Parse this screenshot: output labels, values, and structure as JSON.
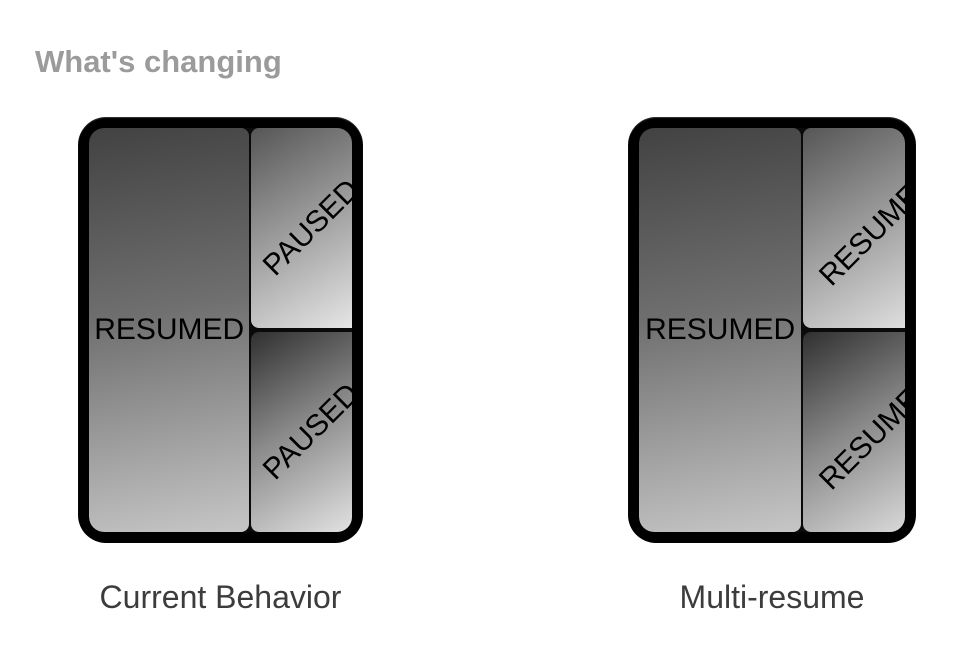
{
  "slide": {
    "title": "What's changing"
  },
  "devices": [
    {
      "caption": "Current Behavior",
      "main_pane_label": "RESUMED",
      "top_pane_label": "PAUSED",
      "bottom_pane_label": "PAUSED"
    },
    {
      "caption": "Multi-resume",
      "main_pane_label": "RESUMED",
      "top_pane_label": "RESUMED",
      "bottom_pane_label": "RESUMED"
    }
  ],
  "colors": {
    "title_text": "#9b9b9b",
    "caption_text": "#3c3c3c",
    "pane_label_text": "#000000",
    "device_frame": "#000000",
    "pane_gradient_dark": "#303030",
    "pane_gradient_light": "#ececec"
  }
}
